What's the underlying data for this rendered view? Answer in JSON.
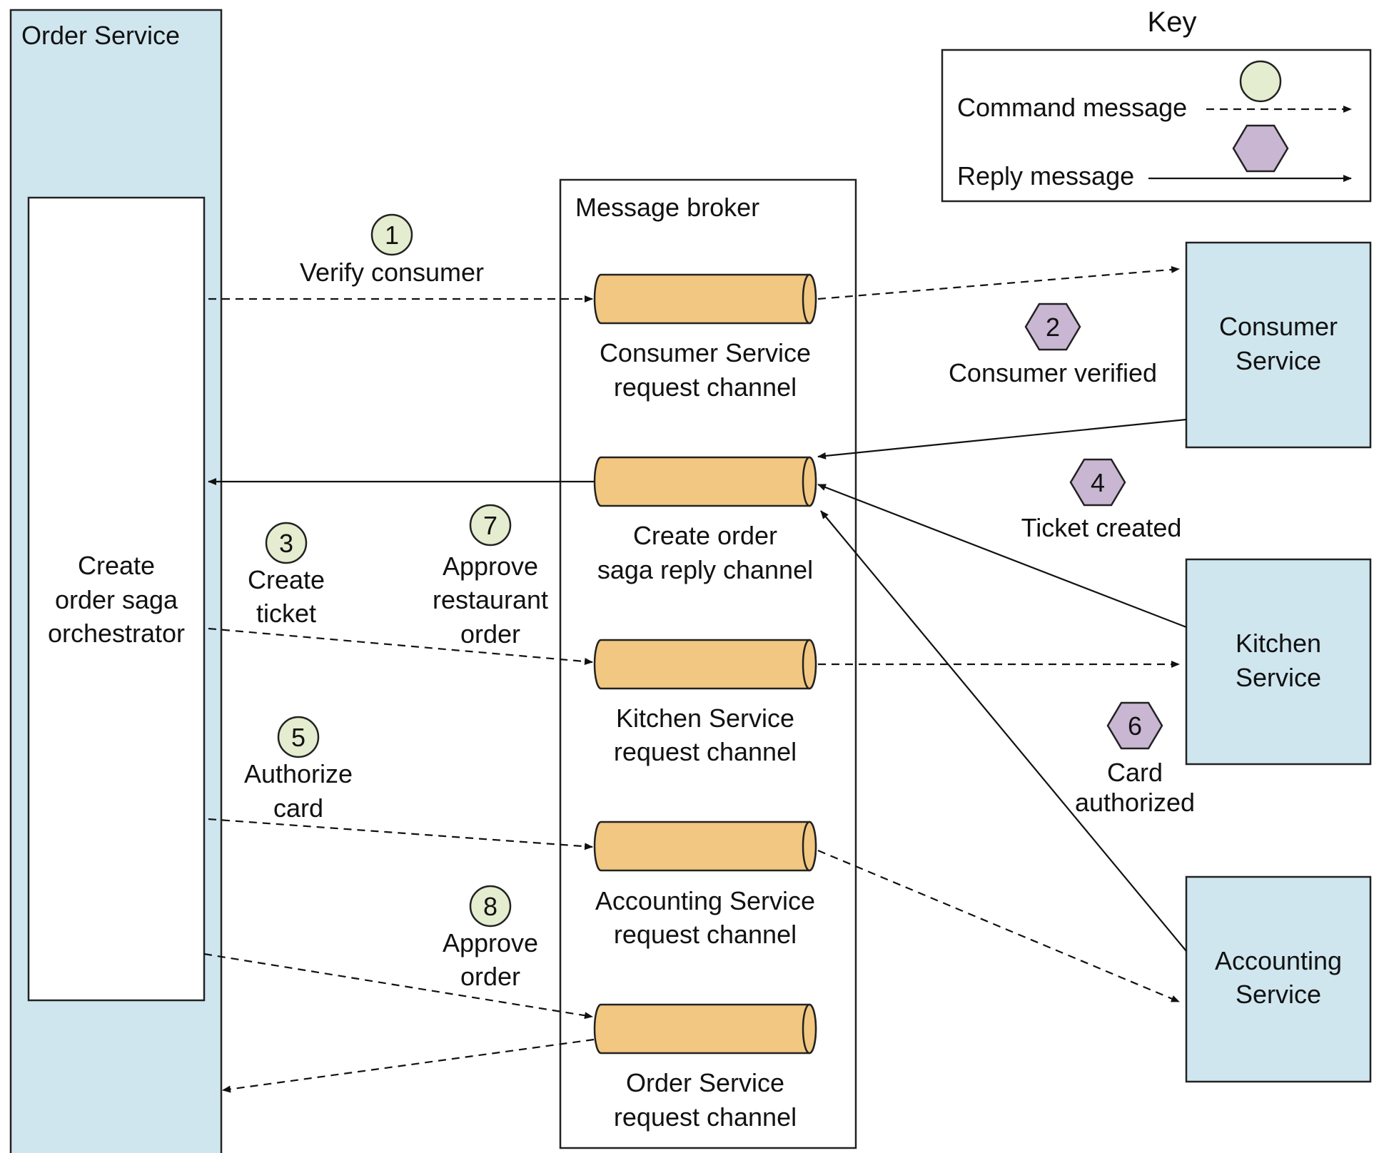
{
  "order_service": {
    "title": "Order Service",
    "orchestrator": [
      "Create",
      "order saga",
      "orchestrator"
    ]
  },
  "broker": {
    "title": "Message broker"
  },
  "channels": {
    "consumer": [
      "Consumer Service",
      "request channel"
    ],
    "reply": [
      "Create order",
      "saga reply channel"
    ],
    "kitchen": [
      "Kitchen Service",
      "request channel"
    ],
    "accounting": [
      "Accounting Service",
      "request channel"
    ],
    "order": [
      "Order Service",
      "request channel"
    ]
  },
  "services": {
    "consumer": [
      "Consumer",
      "Service"
    ],
    "kitchen": [
      "Kitchen",
      "Service"
    ],
    "accounting": [
      "Accounting",
      "Service"
    ]
  },
  "steps": {
    "s1": {
      "num": "1",
      "label": [
        "Verify consumer"
      ]
    },
    "s2": {
      "num": "2",
      "label": [
        "Consumer verified"
      ]
    },
    "s3": {
      "num": "3",
      "label": [
        "Create",
        "ticket"
      ]
    },
    "s4": {
      "num": "4",
      "label": [
        "Ticket created"
      ]
    },
    "s5": {
      "num": "5",
      "label": [
        "Authorize",
        "card"
      ]
    },
    "s6": {
      "num": "6",
      "label": [
        "Card",
        "authorized"
      ]
    },
    "s7": {
      "num": "7",
      "label": [
        "Approve",
        "restaurant",
        "order"
      ]
    },
    "s8": {
      "num": "8",
      "label": [
        "Approve",
        "order"
      ]
    }
  },
  "key": {
    "title": "Key",
    "command": "Command message",
    "reply": "Reply message"
  },
  "colors": {
    "service_fill": "#cfe6ef",
    "channel_fill": "#f1c781",
    "command_marker": "#e4edcf",
    "reply_marker": "#c8b6d2"
  }
}
